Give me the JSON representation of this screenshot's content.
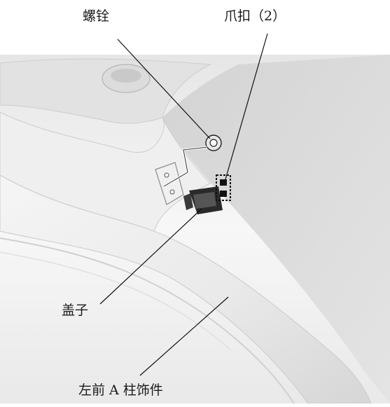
{
  "labels": {
    "bolt": "螺铨",
    "clip": "爪扣（2）",
    "cover": "盖子",
    "trim": "左前 A 柱饰件"
  },
  "colors": {
    "background": "#ffffff",
    "panel_light": "#f2f2f2",
    "panel_shade": "#d8d8d8",
    "glass": "#dcdcdc",
    "leader_line": "#111111",
    "part_dark": "#2a2a2a"
  },
  "icons": {
    "bolt": "bolt-icon",
    "clip": "clip-icon",
    "cover": "cover-icon"
  }
}
